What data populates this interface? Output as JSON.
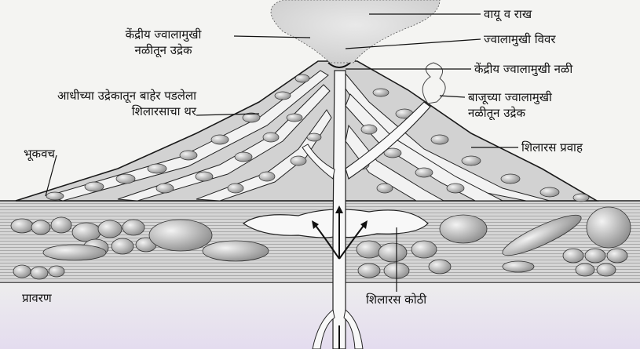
{
  "labels": {
    "gas_ash": "वायू व राख",
    "crater": "ज्वालामुखी विवर",
    "central_pipe": "केंद्रीय ज्वालामुखी नळी",
    "central_eruption": "केंद्रीय ज्वालामुखी\nनळीतून उद्रेक",
    "old_lava_layer": "आधीच्या उद्रेकातून बाहेर पडलेला\nशिलारसाचा थर",
    "side_eruption": "बाजूच्या ज्वालामुखी\nनळीतून उद्रेक",
    "lava_flow": "शिलारस प्रवाह",
    "crust": "भूकवच",
    "mantle": "प्रावरण",
    "magma_chamber": "शिलारस कोठी"
  },
  "colors": {
    "cone": "#d3d3d3",
    "rock": "#9a9a9a",
    "strata": "#cfcfcf",
    "mantle_top": "#ebebeb",
    "mantle_bottom": "#e7dff2",
    "magma": "#f8f8f8",
    "outline": "#1a1a1a"
  }
}
